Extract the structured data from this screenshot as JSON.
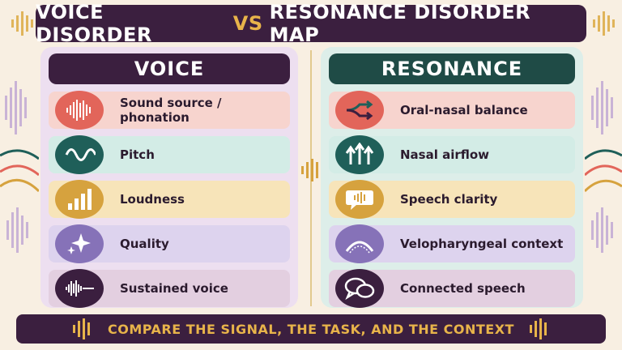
{
  "title": {
    "left": "VOICE DISORDER",
    "vs": "VS",
    "right": "RESONANCE DISORDER MAP"
  },
  "voice": {
    "header": "VOICE",
    "items": [
      {
        "label": "Sound source / phonation",
        "icon": "waveform-icon",
        "circle_color": "#e2655a",
        "row_color": "#f7d4ce"
      },
      {
        "label": "Pitch",
        "icon": "sine-wave-icon",
        "circle_color": "#1f5f59",
        "row_color": "#d3ece6"
      },
      {
        "label": "Loudness",
        "icon": "volume-bars-icon",
        "circle_color": "#d6a23e",
        "row_color": "#f7e4b9"
      },
      {
        "label": "Quality",
        "icon": "sparkle-icon",
        "circle_color": "#8672b8",
        "row_color": "#ddd3ee"
      },
      {
        "label": "Sustained voice",
        "icon": "sustained-wave-icon",
        "circle_color": "#3b1f3f",
        "row_color": "#e3cfe0"
      }
    ]
  },
  "resonance": {
    "header": "RESONANCE",
    "items": [
      {
        "label": "Oral-nasal balance",
        "icon": "split-arrow-icon",
        "circle_color": "#e2655a",
        "row_color": "#f7d4ce"
      },
      {
        "label": "Nasal airflow",
        "icon": "up-arrows-icon",
        "circle_color": "#1f5f59",
        "row_color": "#d3ece6"
      },
      {
        "label": "Speech clarity",
        "icon": "speech-bubble-wave-icon",
        "circle_color": "#d6a23e",
        "row_color": "#f7e4b9"
      },
      {
        "label": "Velopharyngeal context",
        "icon": "arc-icon",
        "circle_color": "#8672b8",
        "row_color": "#ddd3ee"
      },
      {
        "label": "Connected speech",
        "icon": "chat-bubbles-icon",
        "circle_color": "#3b1f3f",
        "row_color": "#e3cfe0"
      }
    ]
  },
  "footer": "COMPARE THE SIGNAL, THE TASK, AND THE CONTEXT",
  "colors": {
    "dark_plum": "#3b1f3f",
    "gold": "#e8b44a",
    "teal_dark": "#1f4b46",
    "background": "#f8efe2"
  }
}
